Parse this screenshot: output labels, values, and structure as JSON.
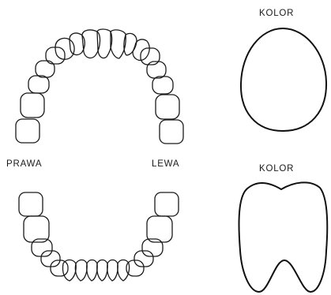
{
  "labels": {
    "right": "PRAWA",
    "left": "LEWA",
    "color_oval": "KOLOR",
    "color_tooth": "KOLOR"
  }
}
